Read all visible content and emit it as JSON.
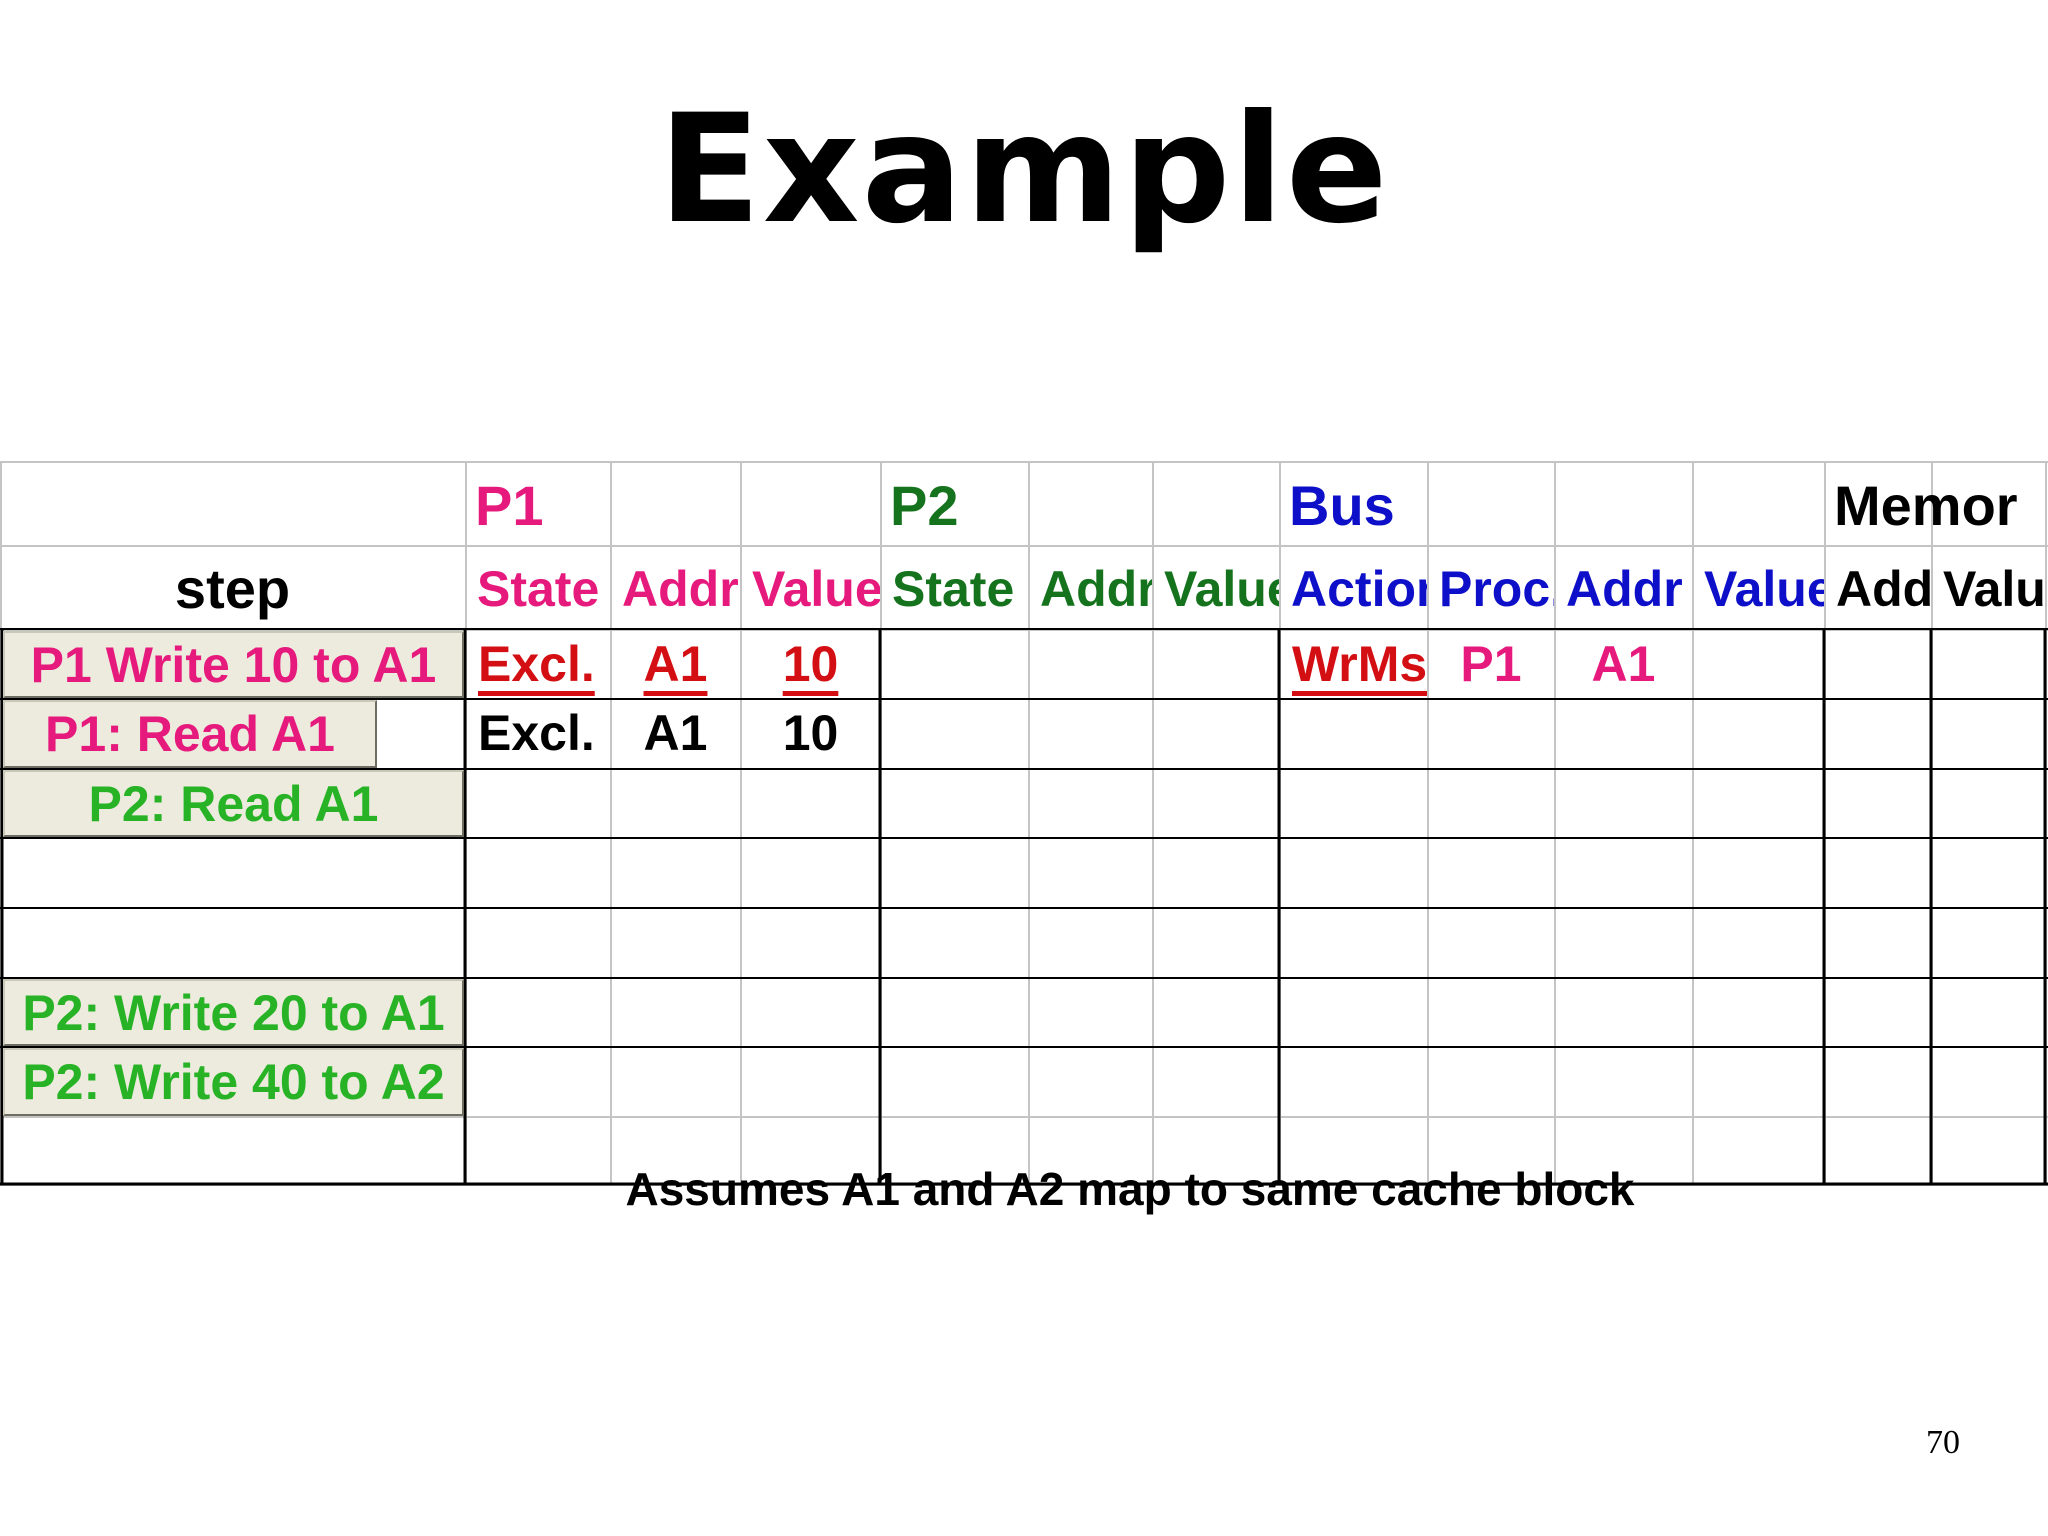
{
  "slide": {
    "title": "Example",
    "note": "Assumes A1 and A2 map to same cache block",
    "page_number": "70"
  },
  "colors": {
    "p1": "#e6197c",
    "p2": "#16731d",
    "bus": "#0d10c8",
    "memory": "#000000",
    "step_green": "#27b325",
    "highlight_red": "#d40f14",
    "grid_light": "#c4c4c4",
    "grid_dark": "#000000"
  },
  "table": {
    "groups": [
      {
        "label": "P1",
        "color": "p1"
      },
      {
        "label": "P2",
        "color": "p2"
      },
      {
        "label": "Bus",
        "color": "bus"
      },
      {
        "label": "Memor",
        "color": "memory"
      }
    ],
    "step_header": "step",
    "columns": [
      {
        "label": "State",
        "color": "p1"
      },
      {
        "label": "Addr",
        "color": "p1"
      },
      {
        "label": "Value",
        "color": "p1"
      },
      {
        "label": "State",
        "color": "p2"
      },
      {
        "label": "Addr",
        "color": "p2"
      },
      {
        "label": "Value",
        "color": "p2"
      },
      {
        "label": "Action",
        "color": "bus"
      },
      {
        "label": "Proc.",
        "color": "bus"
      },
      {
        "label": "Addr",
        "color": "bus"
      },
      {
        "label": "Value",
        "color": "bus"
      },
      {
        "label": "Addr",
        "color": "memory"
      },
      {
        "label": "Value",
        "color": "memory"
      }
    ],
    "steps": [
      {
        "label": "P1 Write 10 to A1",
        "color": "p1"
      },
      {
        "label": "P1: Read A1",
        "color": "p1"
      },
      {
        "label": "P2: Read A1",
        "color": "step_green"
      },
      {
        "label": "",
        "color": ""
      },
      {
        "label": "",
        "color": ""
      },
      {
        "label": "P2: Write 20 to A1",
        "color": "step_green"
      },
      {
        "label": "P2: Write 40 to A2",
        "color": "step_green"
      },
      {
        "label": "",
        "color": ""
      }
    ],
    "rows": [
      [
        "Excl.",
        "A1",
        "10",
        "",
        "",
        "",
        "WrMs",
        "P1",
        "A1",
        "",
        "",
        ""
      ],
      [
        "Excl.",
        "A1",
        "10",
        "",
        "",
        "",
        "",
        "",
        "",
        "",
        "",
        ""
      ],
      [
        "",
        "",
        "",
        "",
        "",
        "",
        "",
        "",
        "",
        "",
        "",
        ""
      ],
      [
        "",
        "",
        "",
        "",
        "",
        "",
        "",
        "",
        "",
        "",
        "",
        ""
      ],
      [
        "",
        "",
        "",
        "",
        "",
        "",
        "",
        "",
        "",
        "",
        "",
        ""
      ],
      [
        "",
        "",
        "",
        "",
        "",
        "",
        "",
        "",
        "",
        "",
        "",
        ""
      ],
      [
        "",
        "",
        "",
        "",
        "",
        "",
        "",
        "",
        "",
        "",
        "",
        ""
      ],
      [
        "",
        "",
        "",
        "",
        "",
        "",
        "",
        "",
        "",
        "",
        "",
        ""
      ]
    ],
    "cell_styles": [
      [
        {
          "color": "highlight_red",
          "underline": true
        },
        {
          "color": "highlight_red",
          "underline": true
        },
        {
          "color": "highlight_red",
          "underline": true
        },
        {},
        {},
        {},
        {
          "color": "highlight_red",
          "underline": true
        },
        {
          "color": "p1"
        },
        {
          "color": "p1"
        },
        {},
        {},
        {}
      ],
      [
        {
          "color": "memory"
        },
        {
          "color": "memory"
        },
        {
          "color": "memory"
        },
        {},
        {},
        {},
        {},
        {},
        {},
        {},
        {},
        {}
      ]
    ]
  }
}
